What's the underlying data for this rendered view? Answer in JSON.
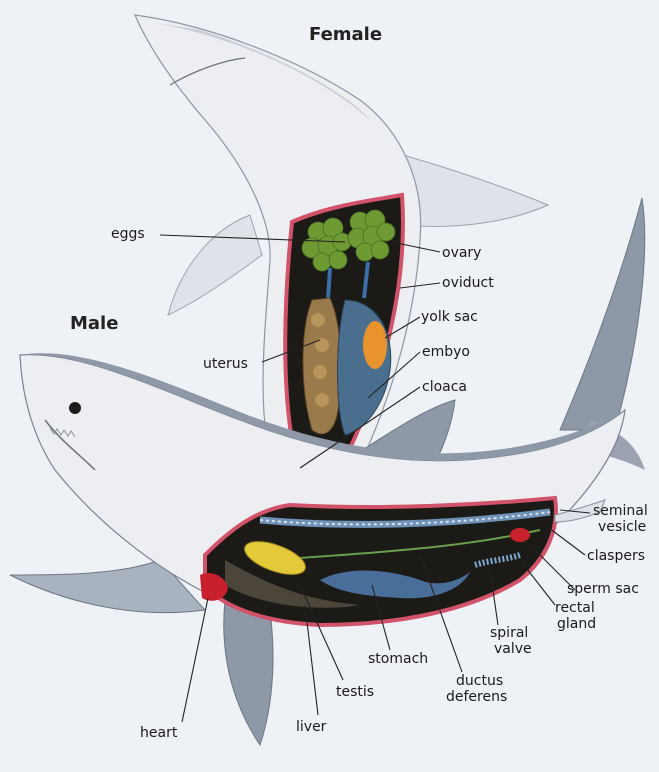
{
  "titles": {
    "female": "Female",
    "male": "Male"
  },
  "labels": {
    "eggs": "eggs",
    "ovary": "ovary",
    "oviduct": "oviduct",
    "yolk_sac": "yolk sac",
    "uterus": "uterus",
    "embyo": "embyo",
    "cloaca": "cloaca",
    "seminal_vesicle_1": "seminal",
    "seminal_vesicle_2": "vesicle",
    "claspers": "claspers",
    "sperm_sac": "sperm sac",
    "rectal_gland_1": "rectal",
    "rectal_gland_2": "gland",
    "spiral_valve_1": "spiral",
    "spiral_valve_2": "valve",
    "stomach": "stomach",
    "testis": "testis",
    "ductus_deferens_1": "ductus",
    "ductus_deferens_2": "deferens",
    "liver": "liver",
    "heart": "heart"
  },
  "colors": {
    "background": "#eef1f6",
    "shark_body": "#eceef2",
    "shark_dorsal": "#8e98a6",
    "shark_fin_shadow": "#a9b2bf",
    "cavity": "#1b1a17",
    "cavity_border": "#d2526a",
    "eggs": "#6d9a32",
    "uterus": "#9a7a4a",
    "embryo": "#4a6f8e",
    "yolk": "#e8932c",
    "testis": "#e4c93a",
    "heart": "#c9212c",
    "stomach": "#4a6e9a",
    "leader_line": "#222222"
  }
}
